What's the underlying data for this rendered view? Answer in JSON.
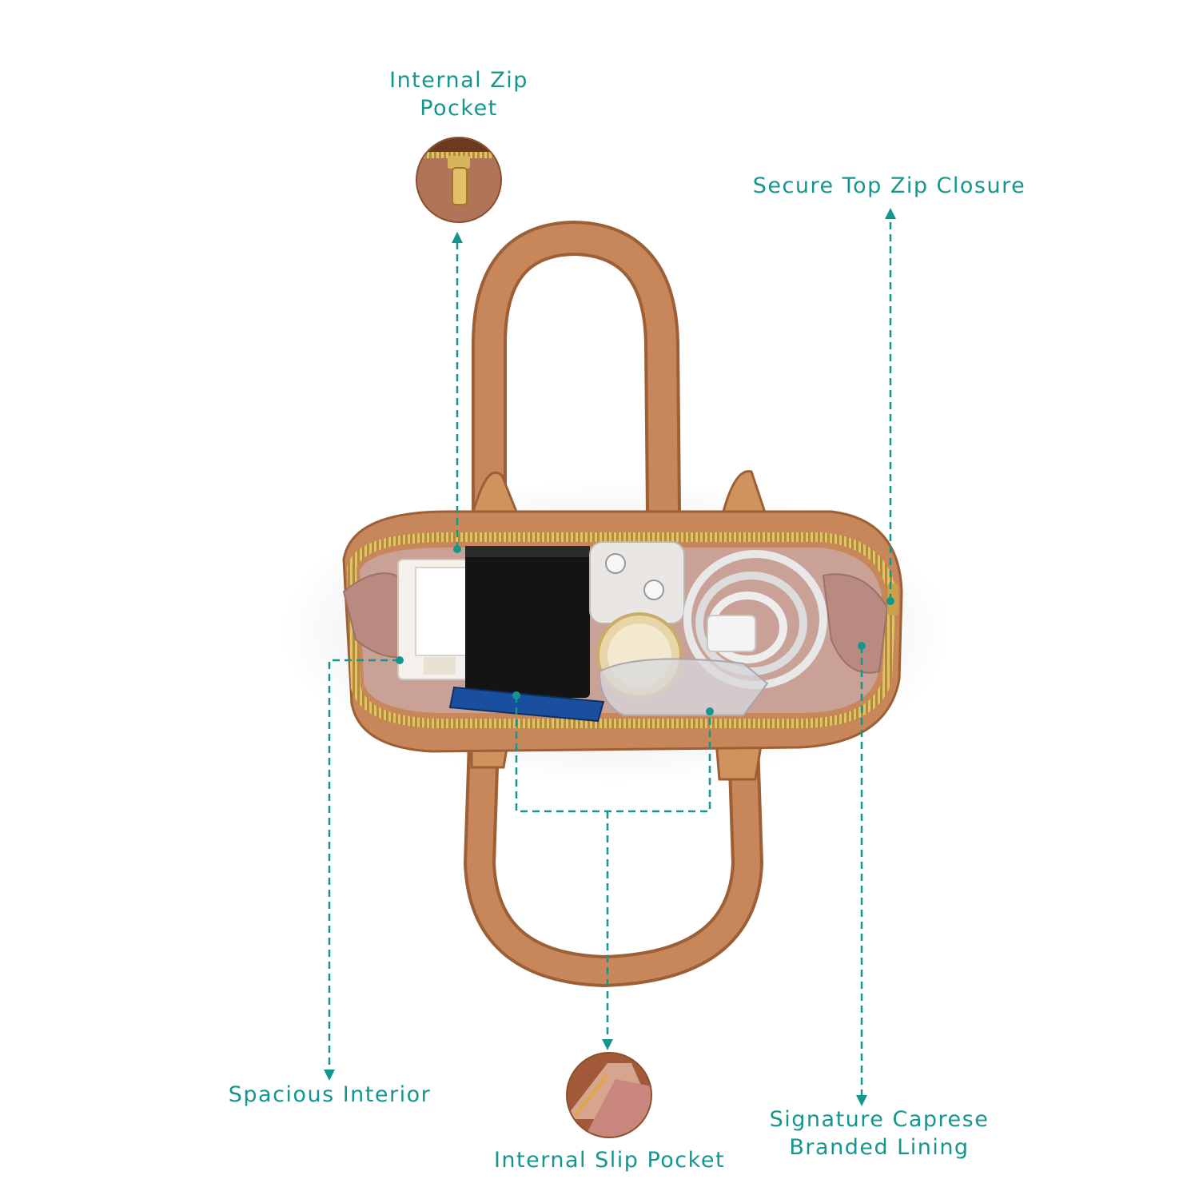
{
  "colors": {
    "accent": "#14968f",
    "leather": "#c8875a",
    "leather_dark": "#9c5f36",
    "lining": "#c9a197",
    "zipper": "#c9a14a"
  },
  "callouts": {
    "internal_zip_pocket": {
      "line1": "Internal Zip",
      "line2": "Pocket"
    },
    "secure_top_zip": {
      "text": "Secure Top Zip Closure"
    },
    "spacious_interior": {
      "text": "Spacious Interior"
    },
    "internal_slip_pocket": {
      "text": "Internal Slip Pocket"
    },
    "signature_lining": {
      "line1": "Signature Caprese",
      "line2": "Branded Lining"
    }
  }
}
